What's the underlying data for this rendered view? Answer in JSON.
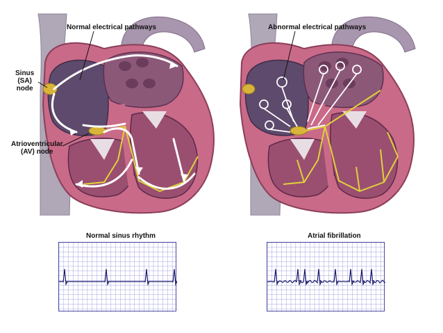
{
  "labels": {
    "normal_pathways": "Normal electrical pathways",
    "abnormal_pathways": "Abnormal electrical pathways",
    "sa_node": [
      "Sinus",
      "(SA)",
      "node"
    ],
    "av_node": [
      "Atrioventricular",
      "(AV) node"
    ]
  },
  "ecg": {
    "normal_title": "Normal sinus rhythm",
    "afib_title": "Atrial fibrillation"
  },
  "colors": {
    "myocardium": "#c66a86",
    "chamber": "#6e4e73",
    "vessel": "#9b8ca2",
    "pathway_normal": "#ffffff",
    "pathway_conduction": "#e0d23a",
    "node": "#d8b43a",
    "ecg_grid": "#6a6ad0",
    "ecg_trace": "#1a1a6a"
  }
}
